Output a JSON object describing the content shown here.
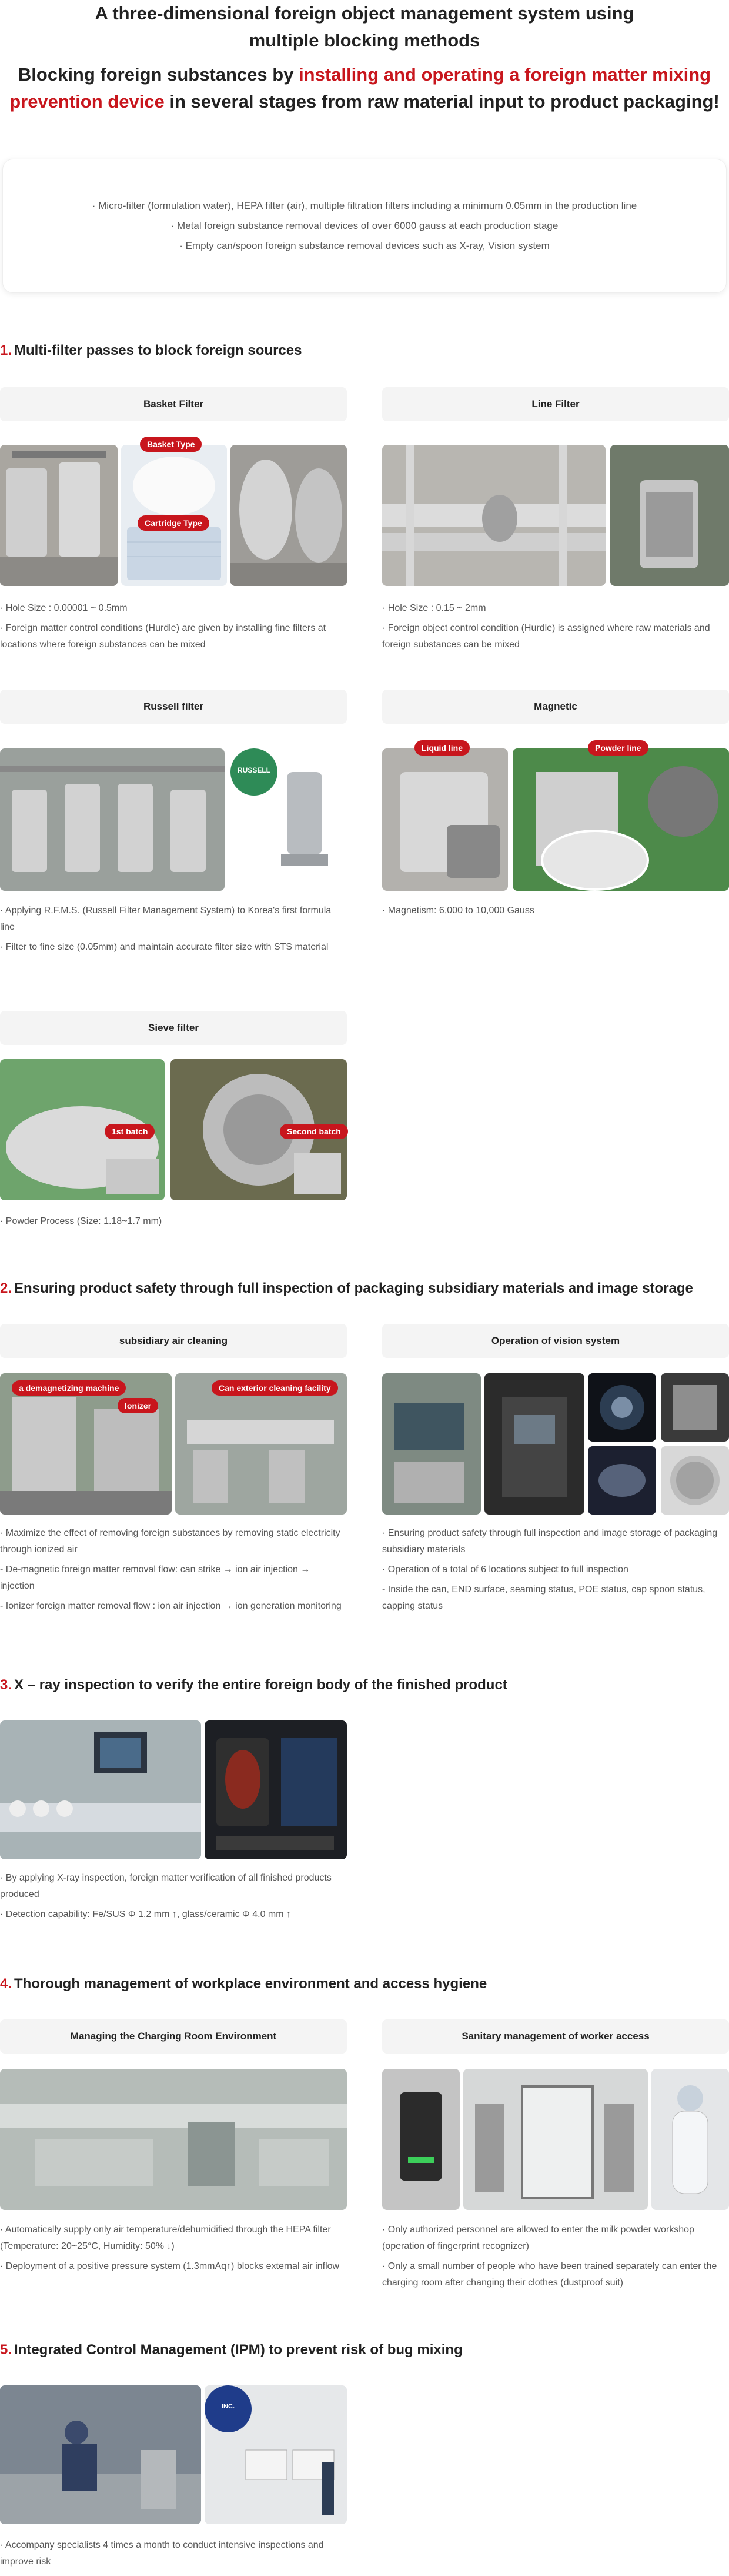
{
  "header": {
    "line1": "A three-dimensional foreign object management system using",
    "line2": "multiple blocking methods",
    "line3_pre": "Blocking foreign substances by ",
    "line3_red": "installing and operating a foreign matter mixing",
    "line4_red": "prevention device",
    "line4_post": " in several stages from raw material input to product packaging!"
  },
  "notice": {
    "items": [
      "· Micro-filter (formulation water), HEPA filter (air), multiple filtration filters including a minimum 0.05mm in the production line",
      "· Metal foreign substance removal devices of over 6000 gauss at each production stage",
      "· Empty can/spoon foreign substance removal devices such as X-ray, Vision system"
    ]
  },
  "sections": {
    "s1": {
      "num": "1.",
      "title": "Multi-filter passes to block foreign sources"
    },
    "s2": {
      "num": "2.",
      "title": "Ensuring product safety through full inspection of packaging subsidiary materials and image storage"
    },
    "s3": {
      "num": "3.",
      "title": "X – ray inspection to verify the entire foreign body of the finished product"
    },
    "s4": {
      "num": "4.",
      "title": "Thorough management of workplace environment and access hygiene"
    },
    "s5": {
      "num": "5.",
      "title": "Integrated Control Management (IPM) to prevent risk of bug mixing"
    }
  },
  "cards": {
    "basket": {
      "title": "Basket Filter",
      "tags": [
        "Basket Type",
        "Cartridge Type"
      ],
      "bullets": [
        "Hole Size : 0.00001 ~ 0.5mm",
        "Foreign matter control conditions (Hurdle) are given by installing fine filters at locations where foreign substances can be mixed"
      ]
    },
    "line": {
      "title": "Line Filter",
      "bullets": [
        "Hole Size : 0.15 ~ 2mm",
        "Foreign object control condition (Hurdle) is assigned where raw materials and foreign substances can be mixed"
      ]
    },
    "russell": {
      "title": "Russell filter",
      "logo": "RUSSELL",
      "bullets": [
        "Applying R.F.M.S. (Russell Filter Management System) to Korea's first formula line",
        "Filter to fine size (0.05mm) and maintain accurate filter size with STS material"
      ]
    },
    "magnetic": {
      "title": "Magnetic",
      "tags": [
        "Liquid line",
        "Powder line"
      ],
      "bullets": [
        "Magnetism: 6,000 to 10,000 Gauss"
      ]
    },
    "sieve": {
      "title": "Sieve filter",
      "tags": [
        "1st batch",
        "Second batch"
      ],
      "bullets": [
        "Powder Process (Size: 1.18~1.7 mm)"
      ]
    },
    "aircleaning": {
      "title": "subsidiary air cleaning",
      "tags": [
        "a demagnetizing machine",
        "Ionizer",
        "Can exterior cleaning facility"
      ],
      "bullets": [
        "Maximize the effect of removing foreign substances by removing static electricity through ionized air"
      ],
      "sub": [
        "- De-magnetic foreign matter removal flow: can strike → ion air injection → injection",
        "- Ionizer foreign matter removal flow : ion air injection → ion generation monitoring"
      ]
    },
    "vision": {
      "title": "Operation of vision system",
      "bullets": [
        "Ensuring product safety through full inspection and image storage of packaging subsidiary materials",
        "Operation of a total of 6 locations subject to full inspection"
      ],
      "sub": [
        "- Inside the can, END surface, seaming status, POE status, cap spoon status, capping status"
      ]
    },
    "xray": {
      "bullets": [
        "By applying X-ray inspection, foreign matter verification of all finished products produced",
        "Detection capability: Fe/SUS Φ 1.2 mm ↑, glass/ceramic Φ 4.0 mm ↑"
      ]
    },
    "charging": {
      "title": "Managing the Charging Room Environment",
      "bullets": [
        "Automatically supply only air temperature/dehumidified through the HEPA filter (Temperature: 20~25°C, Humidity: 50% ↓)",
        "Deployment of a positive pressure system (1.3mmAq↑) blocks external air inflow"
      ]
    },
    "access": {
      "title": "Sanitary management of worker access",
      "bullets": [
        "Only authorized personnel are allowed to enter the milk powder workshop (operation of fingerprint recognizer)",
        "Only a small number of people who have been trained separately can enter the charging room after changing their clothes (dustproof suit)"
      ]
    },
    "ipm": {
      "logo": "INC.",
      "bullets": [
        "Accompany specialists 4 times a month to conduct intensive inspections and improve risk"
      ]
    }
  },
  "colors": {
    "accent": "#c8161d",
    "card_bg": "#f4f4f4",
    "text": "#555555"
  }
}
